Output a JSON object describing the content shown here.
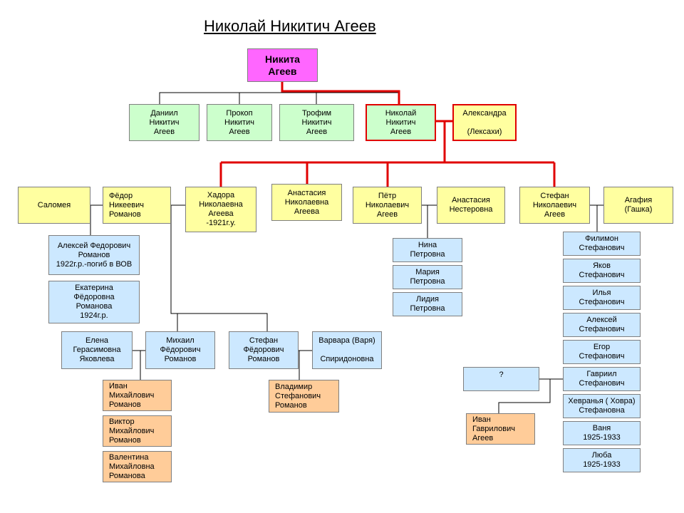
{
  "title": "Николай Никитич Агеев",
  "people": {
    "nikita": "Никита\nАгеев",
    "daniil": "Даниил\nНикитич\nАгеев",
    "prokop": "Прокоп\nНикитич\nАгеев",
    "trofim": "Трофим\nНикитич\nАгеев",
    "nikolai": "Николай\nНикитич\nАгеев",
    "aleksandra": "Александра\n\n(Лексахи)",
    "salomeya": "Саломея",
    "fedor": "Фёдор\nНикеевич\nРоманов",
    "hadora": "Хадора\nНиколаевна\nАгеева\n-1921г.у.",
    "anastasia_n": "Анастасия\nНиколаевна\nАгеева",
    "petr": "Пётр\nНиколаевич\nАгеев",
    "anastasia_nest": "Анастасия\nНестеровна",
    "stefan_n": "Стефан\nНиколаевич\nАгеев",
    "agafiya": "Агафия\n(Гашка)",
    "aleksei_f": "Алексей Федорович\nРоманов\n1922г.р.-погиб в ВОВ",
    "ekaterina": "Екатерина\nФёдоровна\nРоманова\n1924г.р.",
    "elena": "Елена\nГерасимовна\nЯковлева",
    "mikhail": "Михаил\nФёдорович\nРоманов",
    "stefan_f": "Стефан\nФёдорович\nРоманов",
    "varvara": "Варвара (Варя)\n\nСпиридоновна",
    "ivan_m": "Иван\nМихайлович\nРоманов",
    "viktor": "Виктор\nМихайлович\nРоманов",
    "valentina": "Валентина\nМихайловна\nРоманова",
    "vladimir": "Владимир\nСтефанович\nРоманов",
    "nina": "Нина\nПетровна",
    "mariya": "Мария\nПетровна",
    "lidiya": "Лидия\nПетровна",
    "filimon": "Филимон\nСтефанович",
    "yakov": "Яков\nСтефанович",
    "ilya": "Илья\nСтефанович",
    "aleksei_s": "Алексей\nСтефанович",
    "egor": "Егор\nСтефанович",
    "gavriil": "Гавриил\nСтефанович",
    "unknown": "?",
    "khevranya": "Хевранья ( Ховра)\nСтефановна",
    "vanya": "Ваня\n1925-1933",
    "lyuba": "Люба\n1925-1933",
    "ivan_g": "Иван\nГаврилович\nАгеев"
  },
  "colors": {
    "root": "#ff66ff",
    "generation_1": "#ccffcc",
    "generation_2": "#ffffa0",
    "generation_3": "#cce8ff",
    "generation_4": "#ffcc99",
    "lineage_line": "#e00000",
    "connector_line": "#000000"
  }
}
